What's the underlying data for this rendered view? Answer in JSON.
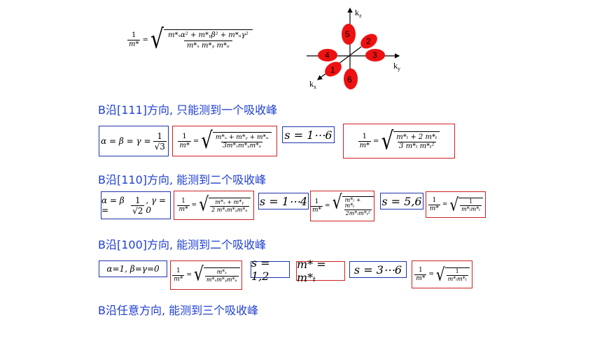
{
  "formula_top": {
    "lhs_num": "1",
    "lhs_den": "m*",
    "rhs_num": "m*ₓα² + m*ᵧβ² + m*ᵤγ²",
    "rhs_den": "m*ₓ m*ᵧ m*ᵤ"
  },
  "diagram": {
    "axis_kz": "k",
    "axis_kz_sub": "z",
    "axis_ky": "k",
    "axis_ky_sub": "y",
    "axis_kx": "k",
    "axis_kx_sub": "x",
    "valleys": [
      "5",
      "2",
      "4",
      "3",
      "1",
      "6"
    ],
    "valley_color": "#ee1111"
  },
  "sections": [
    {
      "heading": "B沿[111]方向, 只能测到一个吸收峰"
    },
    {
      "heading": "B沿[110]方向, 能测到二个吸收峰"
    },
    {
      "heading": "B沿[100]方向, 能测到二个吸收峰"
    },
    {
      "heading": "B沿任意方向, 能测到三个吸收峰"
    }
  ],
  "row111": {
    "cond_lhs": "α = β = γ =",
    "cond_num": "1",
    "cond_den": "√3",
    "f_num": "1",
    "f_den": "m*",
    "f_rnum": "m*ₓ + m*ᵧ + m*ᵤ",
    "f_rden": "3m*ₓm*ᵧm*ᵤ",
    "s": "s = 1⋯6",
    "g_num": "1",
    "g_den": "m*",
    "g_rnum": "m*ₗ + 2 m*ₜ",
    "g_rden": "3 m*ₗ m*ₜ²"
  },
  "row110": {
    "cond_lhs": "α = β =",
    "cond_num": "1",
    "cond_den": "√2",
    "cond_rhs": ", γ = 0",
    "f_num": "1",
    "f_den": "m*",
    "f_rnum": "m*ₓ + m*ᵧ",
    "f_rden": "2 m*ₓm*ᵧm*ᵤ",
    "s1": "s = 1⋯4",
    "g_num": "1",
    "g_den": "m*",
    "g_rnum": "m*ₗ + m*ₜ",
    "g_rden": "2m*ₗm*ₜ²",
    "s2": "s = 5,6",
    "h_num": "1",
    "h_den": "m*",
    "h_rnum": "1",
    "h_rden": "m*ₗm*ₜ"
  },
  "row100": {
    "cond": "α=1, β=γ=0",
    "f_num": "1",
    "f_den": "m*",
    "f_rnum": "m*ₓ",
    "f_rden": "m*ₓm*ᵧm*ᵤ",
    "s1": "s = 1,2",
    "eq": "m* = m*ₜ",
    "s2": "s = 3⋯6",
    "h_num": "1",
    "h_den": "m*",
    "h_rnum": "1",
    "h_rden": "m*ₗm*ₜ"
  }
}
